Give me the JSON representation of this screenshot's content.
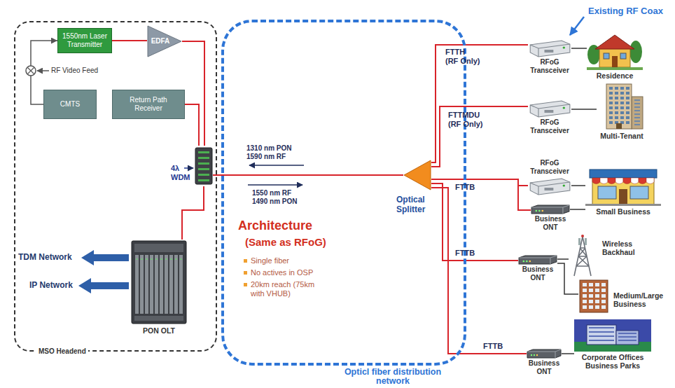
{
  "diagram": {
    "nodes": [
      {
        "text": [
          "MSO Headend"
        ]
      },
      {
        "text": [
          "1550nm Laser Transmitter"
        ],
        "in": 0
      },
      {
        "text": [
          "EDFA"
        ],
        "in": 0
      },
      {
        "text": [
          "CMTS"
        ],
        "in": 0
      },
      {
        "text": [
          "Return Path Receiver"
        ],
        "in": 0
      },
      {
        "text": [
          "4λ WDM"
        ],
        "in": 0
      },
      {
        "text": [
          "PON OLT"
        ],
        "in": 0
      },
      {
        "text": [
          "Opticl fiber distribution network"
        ]
      },
      {
        "text": [
          "Optical Splitter"
        ],
        "in": 7
      },
      {
        "text": [
          "RFoG Transceiver"
        ]
      },
      {
        "text": [
          "Residence"
        ]
      },
      {
        "text": [
          "RFoG Transceiver"
        ]
      },
      {
        "text": [
          "Multi-Tenant"
        ]
      },
      {
        "text": [
          "RFoG Transceiver"
        ]
      },
      {
        "text": [
          "Business ONT"
        ]
      },
      {
        "text": [
          "Small Business"
        ]
      },
      {
        "text": [
          "Business ONT"
        ]
      },
      {
        "text": [
          "Wireless Backhaul"
        ]
      },
      {
        "text": [
          "Medium/Large Business"
        ]
      },
      {
        "text": [
          "Business ONT"
        ]
      },
      {
        "text": [
          "Corporate Offices Business Parks"
        ]
      }
    ],
    "edges": [
      {
        "from": 3,
        "to": 1,
        "arrow": "to"
      },
      {
        "from": 1,
        "to": 2,
        "arrow": "none"
      },
      {
        "from": 2,
        "to": 5,
        "arrow": "none"
      },
      {
        "from": 4,
        "to": 5,
        "arrow": "none"
      },
      {
        "from": 6,
        "to": 5,
        "arrow": "none"
      },
      {
        "from": 5,
        "to": 8,
        "arrow": "none"
      },
      {
        "from": 8,
        "to": 9,
        "arrow": "none"
      },
      {
        "from": 8,
        "to": 11,
        "arrow": "none"
      },
      {
        "from": 8,
        "to": 13,
        "arrow": "none"
      },
      {
        "from": 8,
        "to": 14,
        "arrow": "none"
      },
      {
        "from": 8,
        "to": 16,
        "arrow": "none"
      },
      {
        "from": 8,
        "to": 19,
        "arrow": "none"
      },
      {
        "from": 9,
        "to": 10,
        "arrow": "none"
      },
      {
        "from": 11,
        "to": 12,
        "arrow": "none"
      },
      {
        "from": 13,
        "to": 15,
        "arrow": "none"
      },
      {
        "from": 14,
        "to": 15,
        "arrow": "none"
      },
      {
        "from": 16,
        "to": 17,
        "arrow": "none"
      },
      {
        "from": 16,
        "to": 18,
        "arrow": "none"
      },
      {
        "from": 19,
        "to": 20,
        "arrow": "none"
      }
    ],
    "labels": [
      "Existing RF Coax",
      "RF Video Feed",
      "TDM Network",
      "IP Network",
      "1310 nm PON",
      "1590 nm RF",
      "1550 nm RF",
      "1490 nm PON",
      "Architecture",
      "(Same as RFoG)",
      "Single fiber",
      "No actives in OSP",
      "20km reach (75km with VHUB)",
      "FTTH",
      "(RF Only)",
      "FTTMDU",
      "(RF Only)",
      "FTTB",
      "FTTB",
      "FTTB"
    ]
  }
}
